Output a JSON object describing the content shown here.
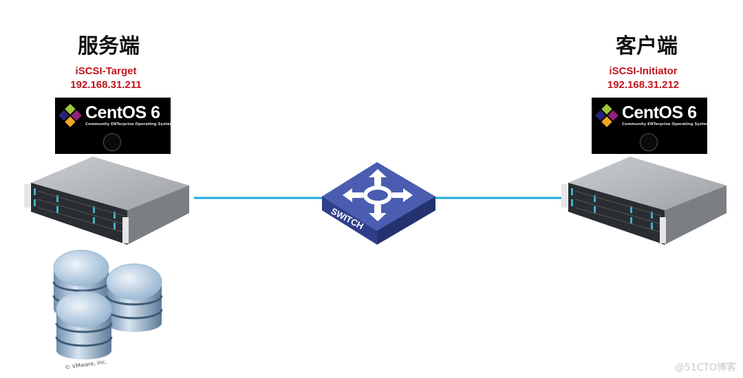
{
  "server_side": {
    "title": "服务端",
    "role": "iSCSI-Target",
    "ip": "192.168.31.211",
    "os_name": "CentOS 6",
    "os_subtitle": "Community ENTerprise Operating System"
  },
  "client_side": {
    "title": "客户端",
    "role": "iSCSI-Initiator",
    "ip": "192.168.31.212",
    "os_name": "CentOS 6",
    "os_subtitle": "Community ENTerprise Operating System"
  },
  "switch": {
    "label": "SWITCH"
  },
  "storage": {
    "copyright": "© VMware, Inc."
  },
  "watermark": "@51CTO博客",
  "colors": {
    "link": "#1fa8e0",
    "label_red": "#c0141c",
    "switch_blue": "#3d4fa0"
  }
}
